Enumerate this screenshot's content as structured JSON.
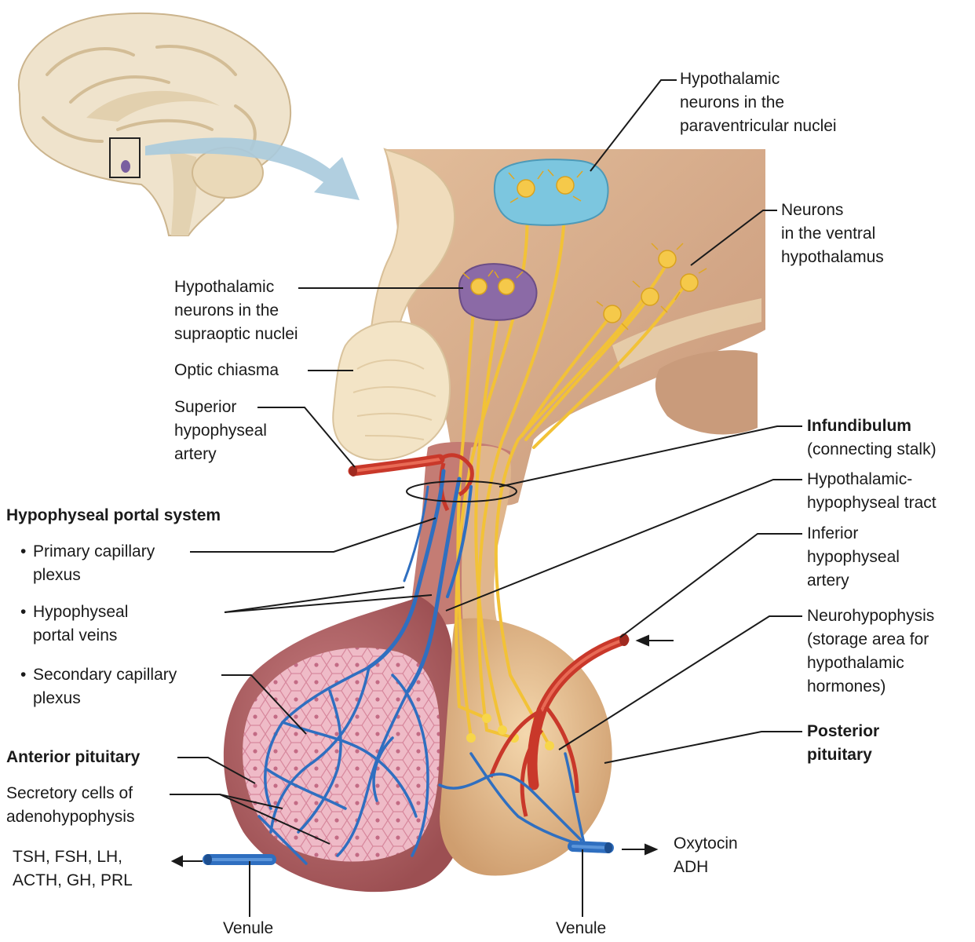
{
  "labels": {
    "paraventricular": [
      "Hypothalamic",
      "neurons in the",
      "paraventricular nuclei"
    ],
    "ventral": [
      "Neurons",
      "in the ventral",
      "hypothalamus"
    ],
    "supraoptic": [
      "Hypothalamic",
      "neurons in the",
      "supraoptic nuclei"
    ],
    "optic_chiasma": "Optic chiasma",
    "superior_artery": [
      "Superior",
      "hypophyseal",
      "artery"
    ],
    "infundibulum_title": "Infundibulum",
    "infundibulum_sub": "(connecting stalk)",
    "tract": [
      "Hypothalamic-",
      "hypophyseal tract"
    ],
    "portal_system": "Hypophyseal portal system",
    "primary_plexus": [
      "Primary capillary",
      "plexus"
    ],
    "portal_veins": [
      "Hypophyseal",
      "portal veins"
    ],
    "secondary_plexus": [
      "Secondary capillary",
      "plexus"
    ],
    "inferior_artery": [
      "Inferior",
      "hypophyseal",
      "artery"
    ],
    "neurohypophysis": [
      "Neurohypophysis",
      "(storage area for",
      "hypothalamic",
      "hormones)"
    ],
    "posterior": [
      "Posterior",
      "pituitary"
    ],
    "anterior": "Anterior pituitary",
    "secretory": [
      "Secretory cells of",
      "adenohypophysis"
    ],
    "anterior_hormones": [
      "TSH, FSH, LH,",
      "ACTH, GH, PRL"
    ],
    "posterior_hormones": [
      "Oxytocin",
      "ADH"
    ],
    "venule_left": "Venule",
    "venule_right": "Venule"
  },
  "colors": {
    "brain": "#efe3cc",
    "brain_fold": "#d9c7a6",
    "hypothalamus": "#d7b08f",
    "chiasma": "#f3e4c6",
    "anterior_lobe": "#b8696b",
    "secretory_cells": "#f0b7c6",
    "posterior_lobe": "#e3bd92",
    "nucleus_blue": "#7cc6df",
    "nucleus_purple": "#8b6aa6",
    "axon": "#f2c237",
    "vein": "#2f6fc0",
    "artery": "#d6402e",
    "arrow": "#9cc2d9"
  }
}
